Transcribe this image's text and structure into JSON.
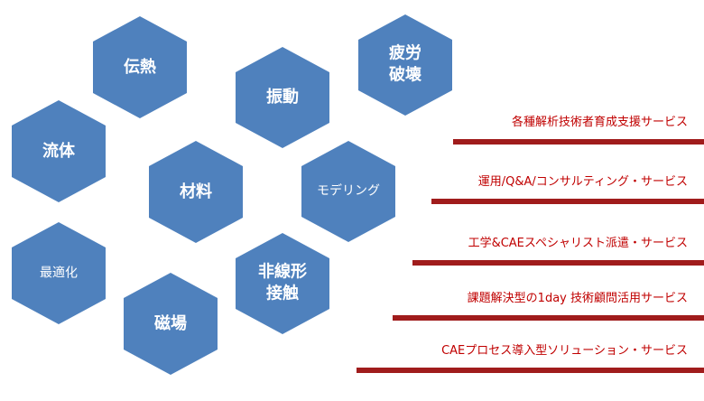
{
  "colors": {
    "hex_fill": "#4f81bd",
    "hex_text": "#ffffff",
    "service_text": "#c00000",
    "service_bar": "#a01c1c"
  },
  "topics": [
    {
      "id": "heat-transfer",
      "label": "伝熱",
      "weight": "bold"
    },
    {
      "id": "vibration",
      "label": "振動",
      "weight": "bold"
    },
    {
      "id": "fatigue-fracture",
      "label": "疲労\n破壊",
      "weight": "bold"
    },
    {
      "id": "fluid",
      "label": "流体",
      "weight": "bold"
    },
    {
      "id": "materials",
      "label": "材料",
      "weight": "bold"
    },
    {
      "id": "modeling",
      "label": "モデリング",
      "weight": "normal"
    },
    {
      "id": "optimization",
      "label": "最適化",
      "weight": "normal"
    },
    {
      "id": "nonlinear-contact",
      "label": "非線形\n接触",
      "weight": "bold"
    },
    {
      "id": "magnetic-field",
      "label": "磁場",
      "weight": "bold"
    }
  ],
  "services": [
    {
      "id": "training",
      "label": "各種解析技術者育成支援サービス"
    },
    {
      "id": "operation",
      "label": "運用/Q&A/コンサルティング・サービス"
    },
    {
      "id": "dispatch",
      "label": "工学&CAEスペシャリスト派遣・サービス"
    },
    {
      "id": "advisor",
      "label": "課題解決型の1day 技術顧問活用サービス"
    },
    {
      "id": "process",
      "label": "CAEプロセス導入型ソリューション・サービス"
    }
  ]
}
